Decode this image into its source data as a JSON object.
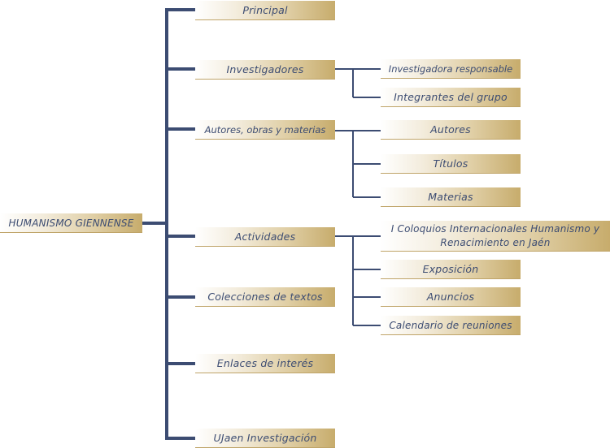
{
  "root": {
    "label": "HUMANISMO GIENNENSE"
  },
  "menu": {
    "principal": "Principal",
    "investigadores": "Investigadores",
    "autores_obras": "Autores, obras y materias",
    "actividades": "Actividades",
    "colecciones": "Colecciones de textos",
    "enlaces": "Enlaces de interés",
    "ujaen": "UJaen Investigación"
  },
  "investigadores_sub": {
    "responsable": "Investigadora responsable",
    "integrantes": "Integrantes del grupo"
  },
  "autores_sub": {
    "autores": "Autores",
    "titulos": "Títulos",
    "materias": "Materias"
  },
  "actividades_sub": {
    "coloquios": "I Coloquios Internacionales Humanismo y Renacimiento en Jaén",
    "exposicion": "Exposición",
    "anuncios": "Anuncios",
    "calendario": "Calendario de reuniones"
  },
  "colors": {
    "line": "#3c4c72",
    "gold": "#c7ac6c",
    "text": "#3c4c72"
  }
}
